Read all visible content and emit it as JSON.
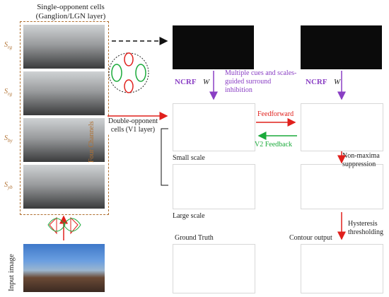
{
  "single_opponent": {
    "line1": "Single-opponent cells",
    "line2": "(Ganglion/LGN layer)"
  },
  "channel_labels": [
    "S_rg",
    "S_rg",
    "S_by",
    "S_yb"
  ],
  "channel_label_parts": [
    {
      "base": "S",
      "sub": "rg"
    },
    {
      "base": "S",
      "sub": "rg"
    },
    {
      "base": "S",
      "sub": "by"
    },
    {
      "base": "S",
      "sub": "yb"
    }
  ],
  "four_channels": "Four Channels",
  "input_image": "Input image",
  "double_opponent": {
    "line1": "Double-opponent",
    "line2": "cells (V1 layer)"
  },
  "ncrf_left": "NCRF",
  "w_left": "W",
  "ncrf_right": "NCRF",
  "w_right": "W",
  "surround": {
    "line1": "Multiple cues and scales-",
    "line2": "guided surround",
    "line3": "inhibition"
  },
  "feedforward": "Feedforward",
  "v2_feedback": "V2 Feedback",
  "small_scale": "Small scale",
  "large_scale": "Large scale",
  "non_maxima": {
    "line1": "Non-maxima",
    "line2": "suppression"
  },
  "hysteresis": {
    "line1": "Hysteresis",
    "line2": "thresholding"
  },
  "ground_truth": "Ground Truth",
  "contour_output": "Contour output",
  "colors": {
    "purple": "#8a3fc4",
    "red": "#e0201c",
    "green": "#1aaa3a",
    "orange_label": "#b07030"
  }
}
